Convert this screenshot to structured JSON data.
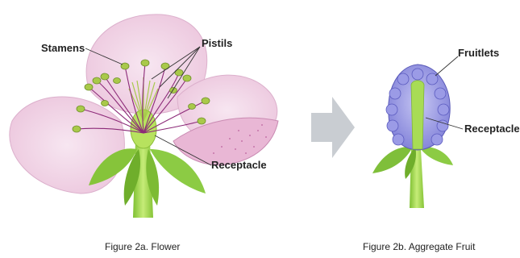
{
  "figure_a": {
    "labels": {
      "stamens": "Stamens",
      "pistils": "Pistils",
      "receptacle": "Receptacle"
    },
    "caption": "Figure 2a. Flower"
  },
  "figure_b": {
    "labels": {
      "fruitlets": "Fruitlets",
      "receptacle": "Receptacle"
    },
    "caption": "Figure 2b. Aggregate Fruit"
  },
  "colors": {
    "petal": "#f2d6ea",
    "petal_edge": "#d9a9c8",
    "filament": "#8c2a78",
    "anther": "#a9c94a",
    "stem": "#9fd34a",
    "sepal": "#7fbf3a",
    "fruitlet": "#8f8fe0",
    "arrow": "#c9cdd2"
  }
}
